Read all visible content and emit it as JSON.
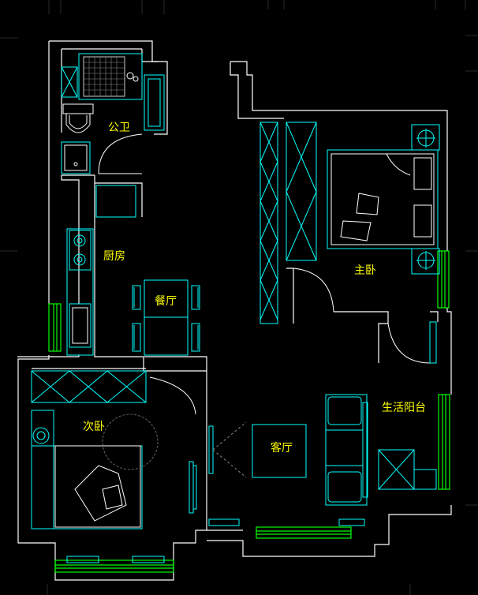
{
  "colors": {
    "background": "#000000",
    "walls": "#ffffff",
    "furniture": "#00ffff",
    "windows": "#00ff00",
    "labels": "#ffff00",
    "grid": "#2a2a2a"
  },
  "rooms": {
    "public_bathroom": "公卫",
    "kitchen": "厨房",
    "dining_room": "餐厅",
    "master_bedroom": "主卧",
    "living_balcony": "生活阳台",
    "second_bedroom": "次卧",
    "living_room": "客厅"
  }
}
